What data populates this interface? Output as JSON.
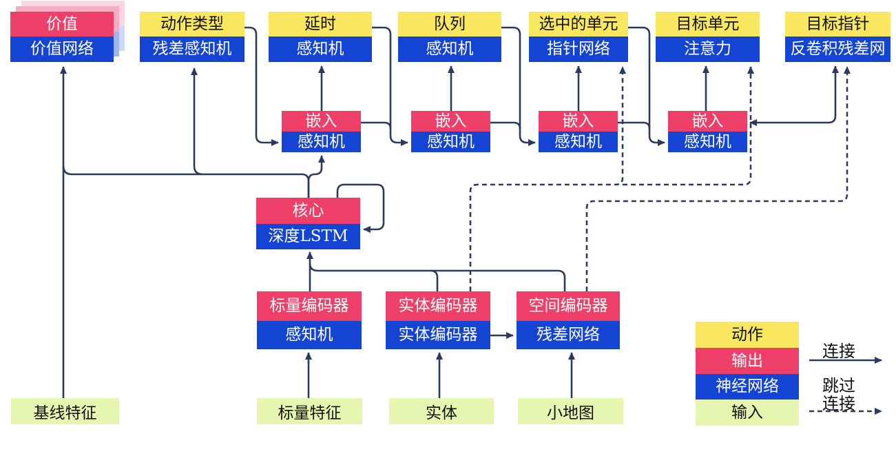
{
  "heads": [
    {
      "label": "价值",
      "network": "价值网络"
    },
    {
      "label": "动作类型",
      "network": "残差感知机"
    },
    {
      "label": "延时",
      "network": "感知机"
    },
    {
      "label": "队列",
      "network": "感知机"
    },
    {
      "label": "选中的单元",
      "network": "指针网络"
    },
    {
      "label": "目标单元",
      "network": "注意力"
    },
    {
      "label": "目标指针",
      "network": "反卷积残差网"
    }
  ],
  "embeddings": [
    {
      "label": "嵌入",
      "network": "感知机"
    },
    {
      "label": "嵌入",
      "network": "感知机"
    },
    {
      "label": "嵌入",
      "network": "感知机"
    },
    {
      "label": "嵌入",
      "network": "感知机"
    }
  ],
  "core": {
    "label": "核心",
    "network": "深度LSTM"
  },
  "encoders": [
    {
      "label": "标量编码器",
      "network": "感知机"
    },
    {
      "label": "实体编码器",
      "network": "实体编码器"
    },
    {
      "label": "空间编码器",
      "network": "残差网络"
    }
  ],
  "inputs": [
    {
      "label": "基线特征"
    },
    {
      "label": "标量特征"
    },
    {
      "label": "实体"
    },
    {
      "label": "小地图"
    }
  ],
  "legend": {
    "items": [
      {
        "label": "动作"
      },
      {
        "label": "输出"
      },
      {
        "label": "神经网络"
      },
      {
        "label": "输入"
      }
    ],
    "connection_label": "连接",
    "skip_label_line1": "跳过",
    "skip_label_line2": "连接"
  },
  "colors": {
    "action_yellow": "#f9e85f",
    "output_red": "#ee3f68",
    "network_blue": "#1444d3",
    "input_green": "#e6f6b0",
    "line_navy": "#2b3a5e"
  }
}
